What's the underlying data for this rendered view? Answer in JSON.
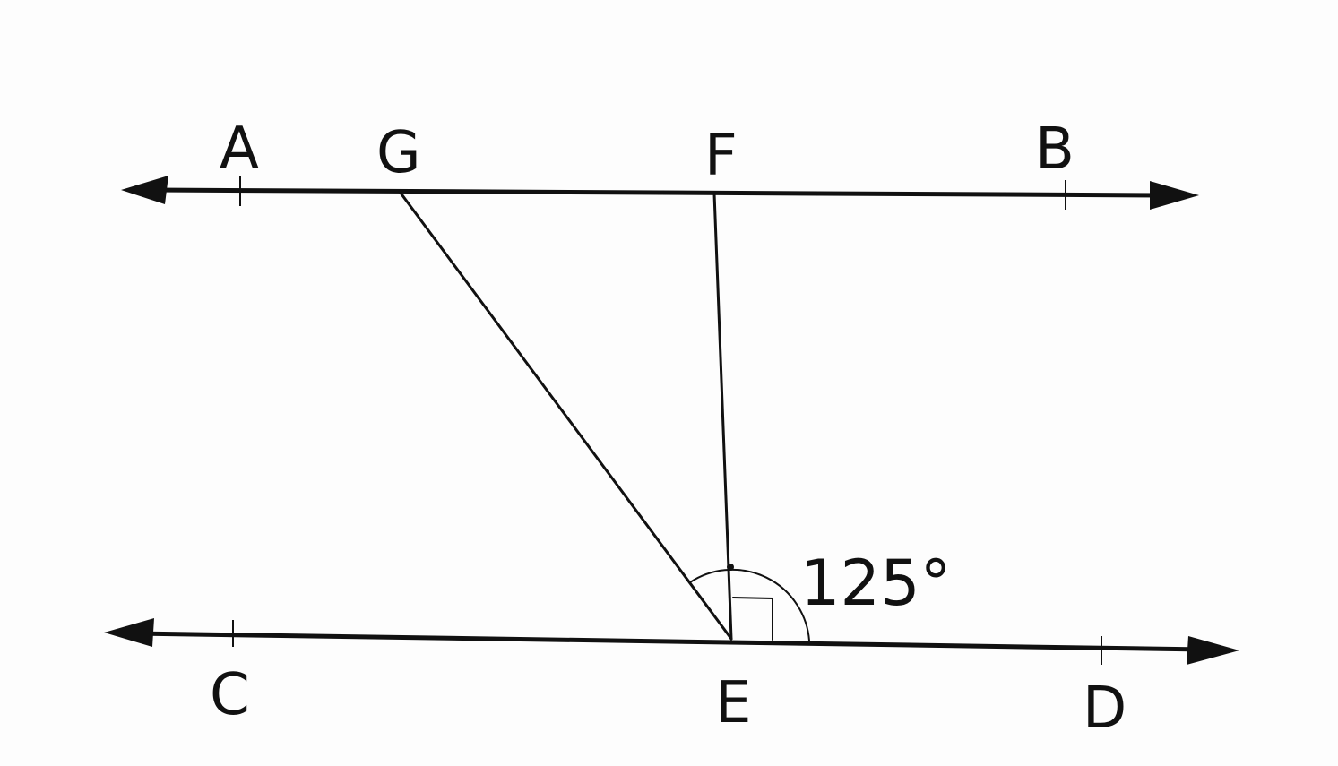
{
  "diagram": {
    "points": {
      "A": "A",
      "G": "G",
      "F": "F",
      "B": "B",
      "C": "C",
      "E": "E",
      "D": "D"
    },
    "angle_label": "125°",
    "right_angle_at": "E",
    "lines": [
      "AB",
      "CD",
      "GE",
      "FE"
    ]
  }
}
